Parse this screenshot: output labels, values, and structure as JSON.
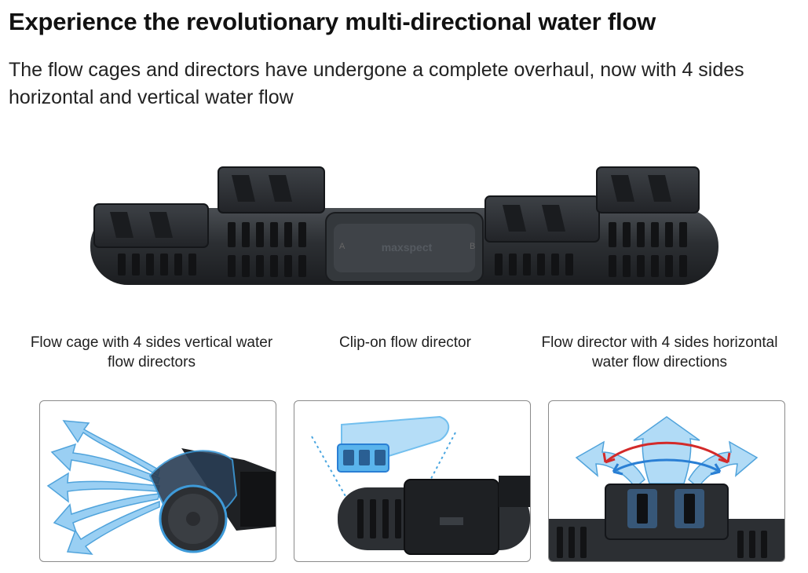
{
  "header": {
    "title": "Experience the revolutionary multi-directional water flow",
    "subtitle": "The flow cages and directors have undergone a complete overhaul, now with 4 sides horizontal and vertical water flow"
  },
  "product": {
    "brand_mark": "maxspect",
    "side_labels": {
      "left": "A",
      "right": "B"
    }
  },
  "features": [
    {
      "caption": "Flow cage with 4 sides vertical water flow directors"
    },
    {
      "caption": "Clip-on flow director"
    },
    {
      "caption": "Flow director with 4 sides horizontal water flow directions"
    }
  ],
  "colors": {
    "body_dark": "#2b2e31",
    "body_mid": "#3c4044",
    "flow_blue": "#5ab4ec",
    "flow_blue_light": "#a9d8f6",
    "arrow_red": "#d32a2a",
    "arrow_blue": "#2a7fd4",
    "panel_border": "#8a8a8a"
  }
}
